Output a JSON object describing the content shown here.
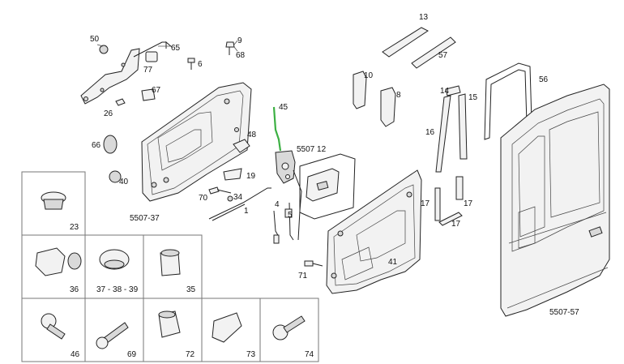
{
  "callouts": {
    "c50": "50",
    "c65": "65",
    "c9": "9",
    "c68": "68",
    "c6": "6",
    "c77": "77",
    "c67": "67",
    "c26": "26",
    "c66": "66",
    "c48": "48",
    "c40": "40",
    "c45": "45",
    "c5507_12": "5507  12",
    "c19": "19",
    "c70": "70",
    "c34": "34",
    "c1": "1",
    "c4": "4",
    "c5": "5",
    "c5507_37": "5507-37",
    "c71": "71",
    "c41": "41",
    "c10": "10",
    "c8": "8",
    "c13": "13",
    "c57": "57",
    "c14": "14",
    "c15": "15",
    "c16": "16",
    "c17a": "17",
    "c17b": "17",
    "c17c": "17",
    "c56": "56",
    "c5507_57": "5507-57"
  },
  "grid_cells": {
    "g23": "23",
    "g36": "36",
    "g37": "37 - 38 - 39",
    "g35": "35",
    "g46": "46",
    "g69": "69",
    "g72": "72",
    "g73": "73",
    "g74": "74"
  },
  "highlight_color": "#3cb043"
}
